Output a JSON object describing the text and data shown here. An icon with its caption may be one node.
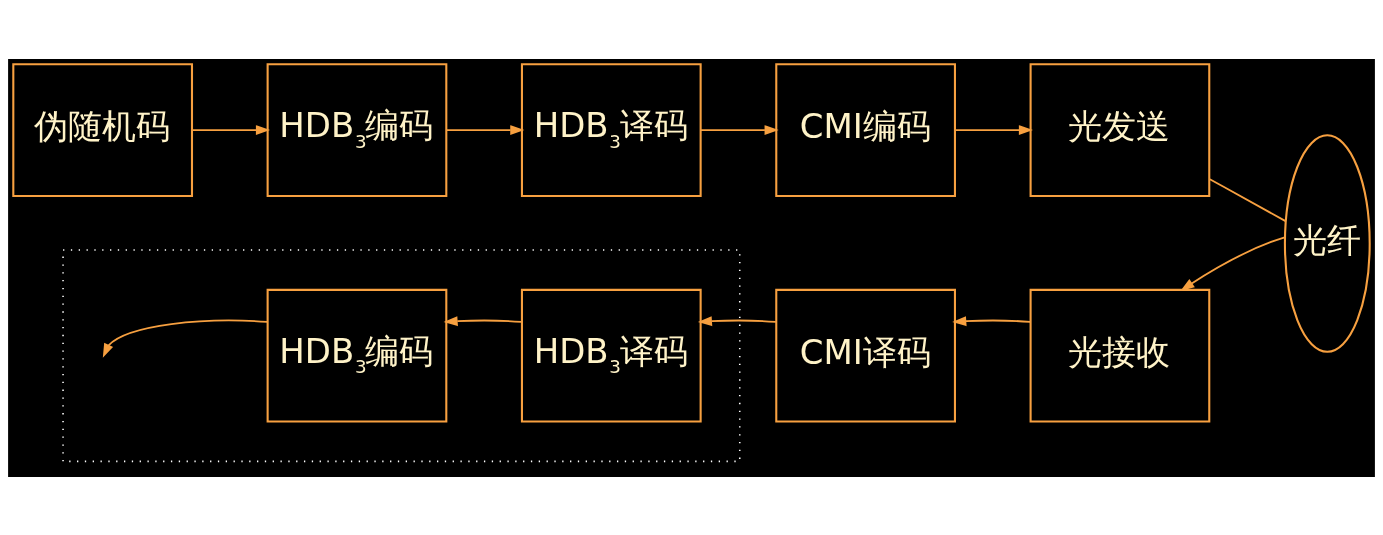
{
  "diagram": {
    "nodes": [
      {
        "text": [
          "伪随机码"
        ]
      },
      {
        "text": [
          "HDB$_{3}$编码"
        ]
      },
      {
        "text": [
          "HDB$_{3}$译码"
        ]
      },
      {
        "text": [
          "CMI编码"
        ]
      },
      {
        "text": [
          "光发送"
        ]
      },
      {
        "text": [
          "光纤"
        ]
      },
      {
        "text": [
          "光接收"
        ]
      },
      {
        "text": [
          "CMI译码"
        ]
      },
      {
        "text": [],
        "shape": "box"
      },
      {
        "text": [
          "HDB$_{3}$译码"
        ],
        "in": 8
      },
      {
        "text": [
          "HDB$_{3}$编码"
        ],
        "in": 8
      }
    ],
    "edges": [
      {
        "from": 0,
        "to": 1,
        "arrow": "to"
      },
      {
        "from": 1,
        "to": 2,
        "arrow": "to"
      },
      {
        "from": 2,
        "to": 3,
        "arrow": "to"
      },
      {
        "from": 3,
        "to": 4,
        "arrow": "to"
      },
      {
        "from": 4,
        "to": 5,
        "arrow": "none"
      },
      {
        "from": 5,
        "to": 6,
        "arrow": "to"
      },
      {
        "from": 6,
        "to": 7,
        "arrow": "to"
      },
      {
        "from": 7,
        "to": 9,
        "arrow": "to"
      },
      {
        "from": 9,
        "to": 10,
        "arrow": "to"
      },
      {
        "from": 10,
        "to": null,
        "arrow": "to"
      }
    ]
  }
}
